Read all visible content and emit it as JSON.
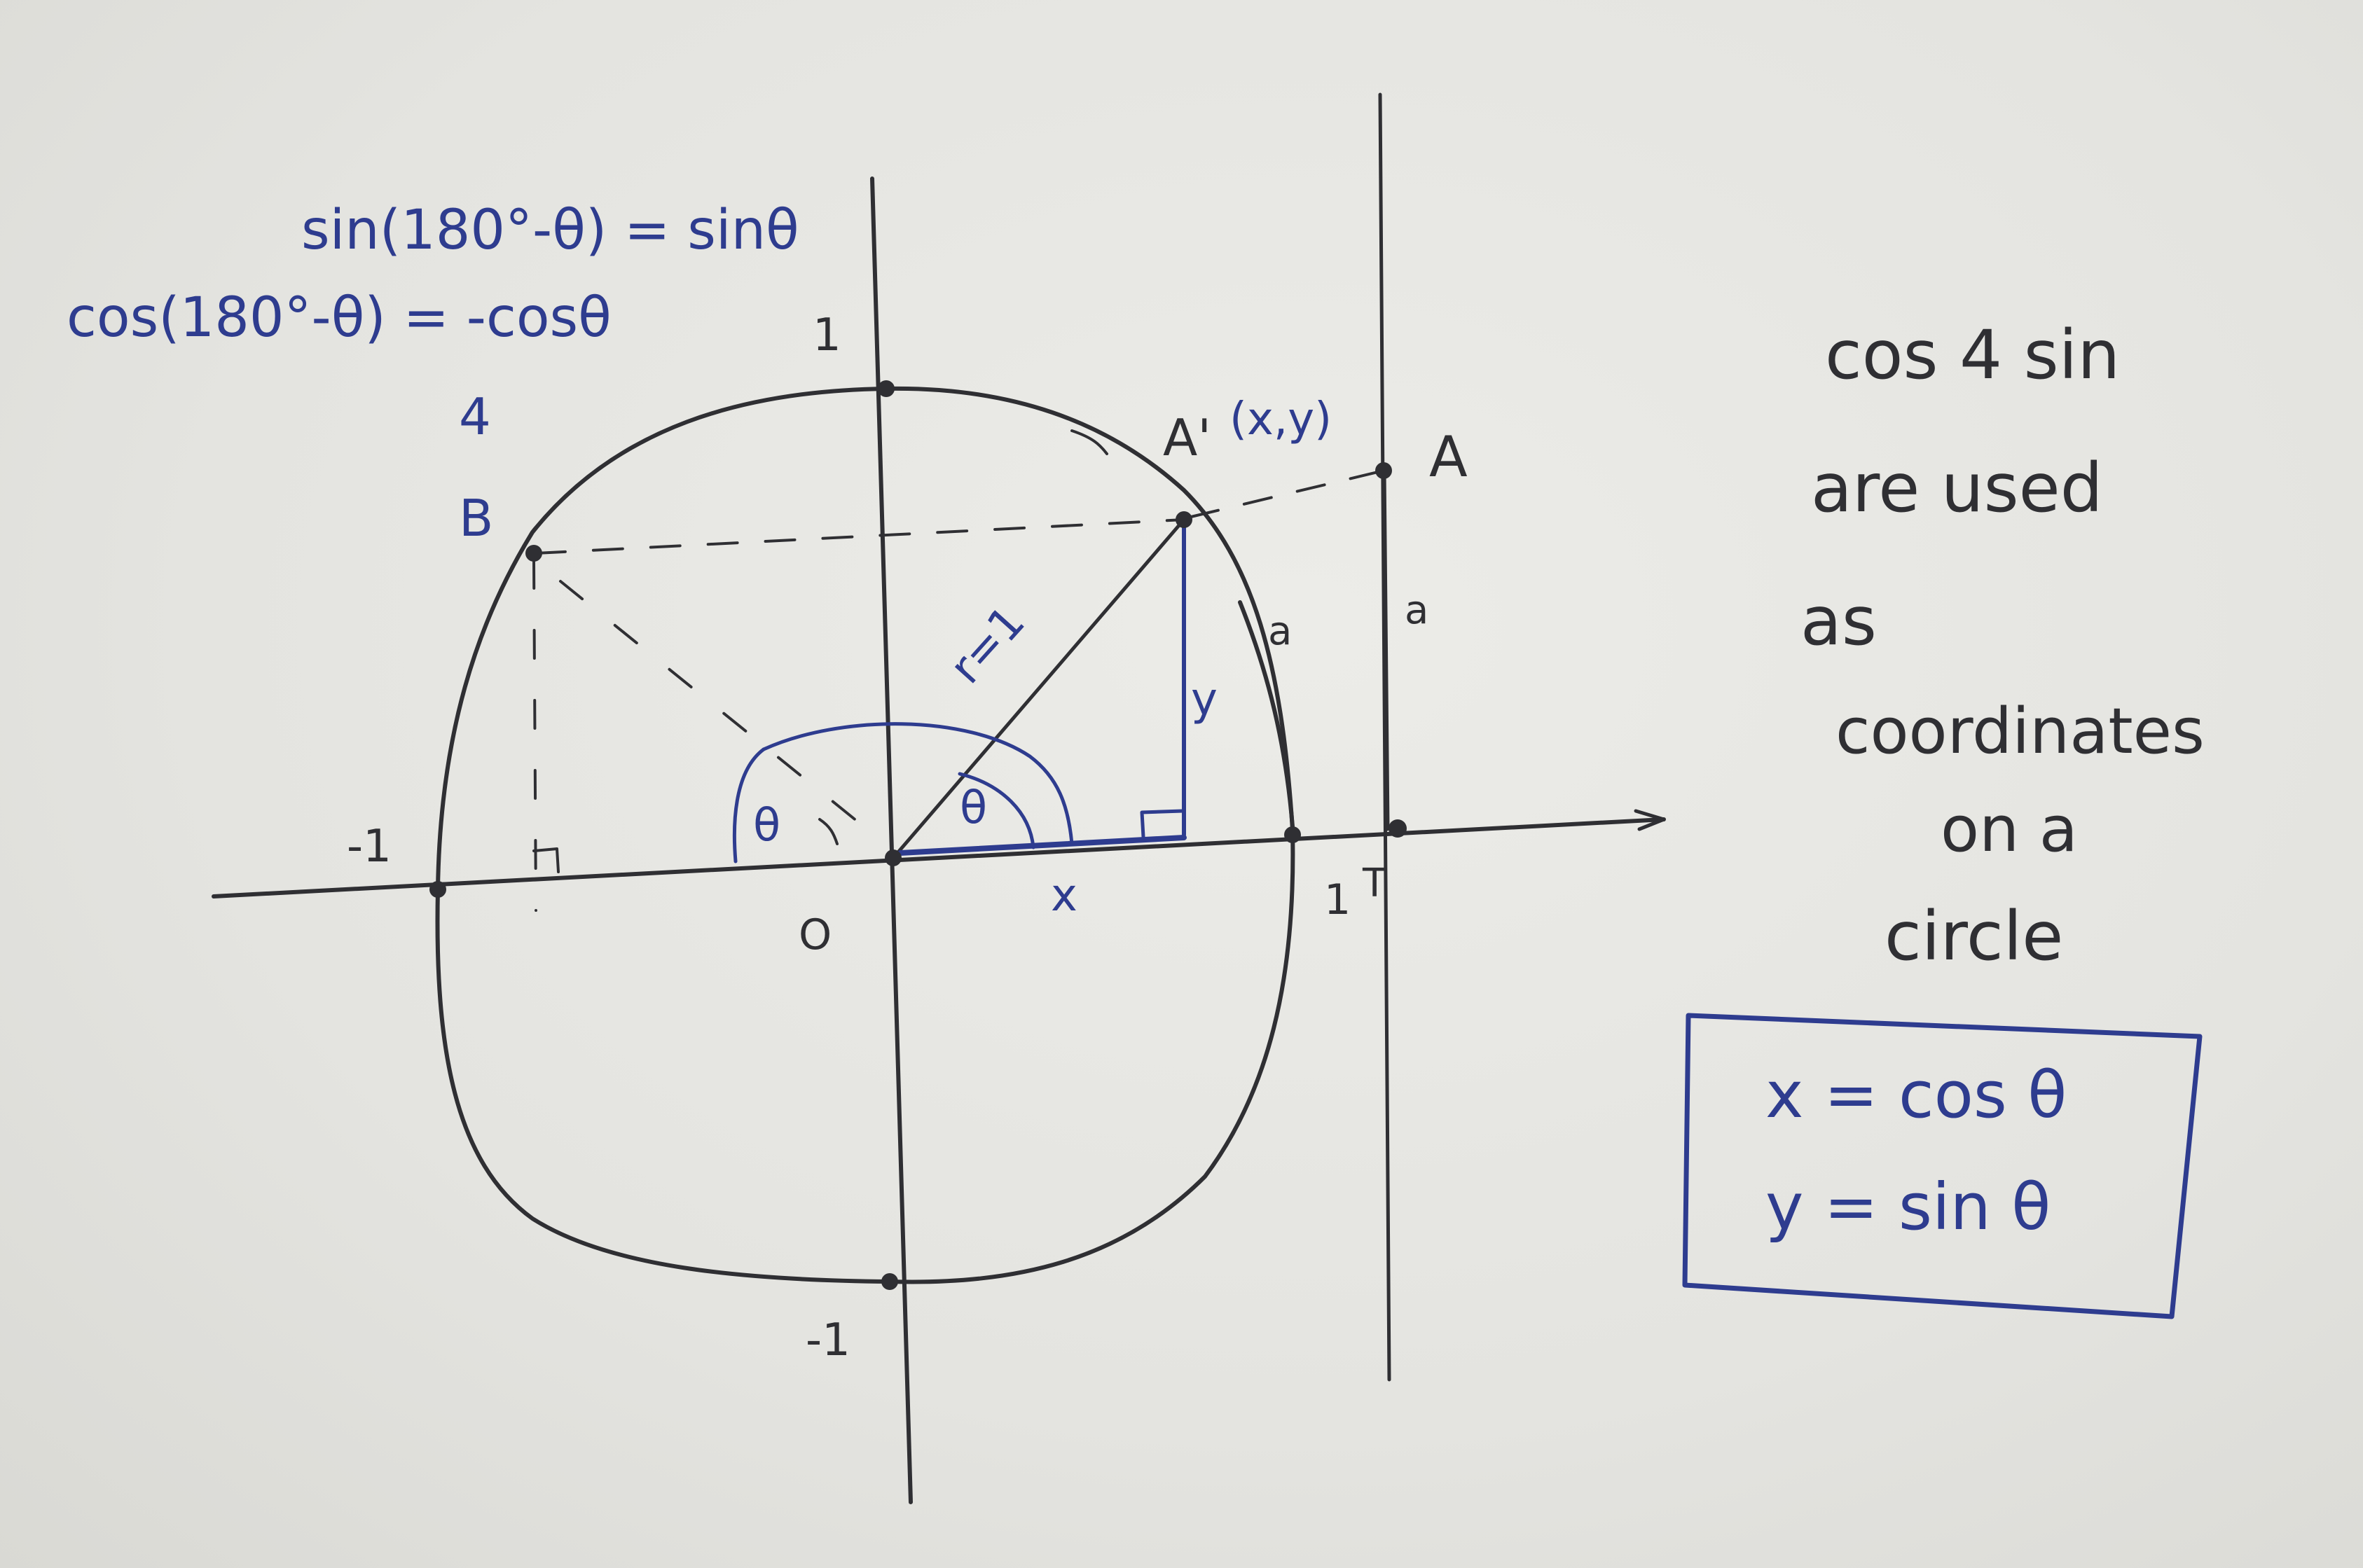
{
  "formulas": {
    "sin_identity": "sin(180°-θ) = sinθ",
    "cos_identity": "cos(180°-θ) = -cosθ"
  },
  "axis_labels": {
    "y_pos": "1",
    "y_neg": "-1",
    "x_neg": "-1",
    "x_pos": "1",
    "origin": "O"
  },
  "points": {
    "a_prime": "A'",
    "a_prime_coords": "(x,y)",
    "a": "A",
    "b": "B",
    "b_note": "4",
    "t": "T"
  },
  "segment_labels": {
    "radius": "r=1",
    "x": "x",
    "y": "y",
    "arc_a": "a",
    "tangent_a": "a",
    "theta_inner": "θ",
    "theta_outer": "θ"
  },
  "side_note": [
    "cos 4 sin",
    "are used",
    "as",
    "coordinates",
    "on a",
    "circle"
  ],
  "boxed": {
    "line1": "x = cos θ",
    "line2": "y = sin θ"
  },
  "colors": {
    "paper": "#e6e6e2",
    "pencil": "#2f2f33",
    "blue_ink": "#2e3c8f"
  }
}
